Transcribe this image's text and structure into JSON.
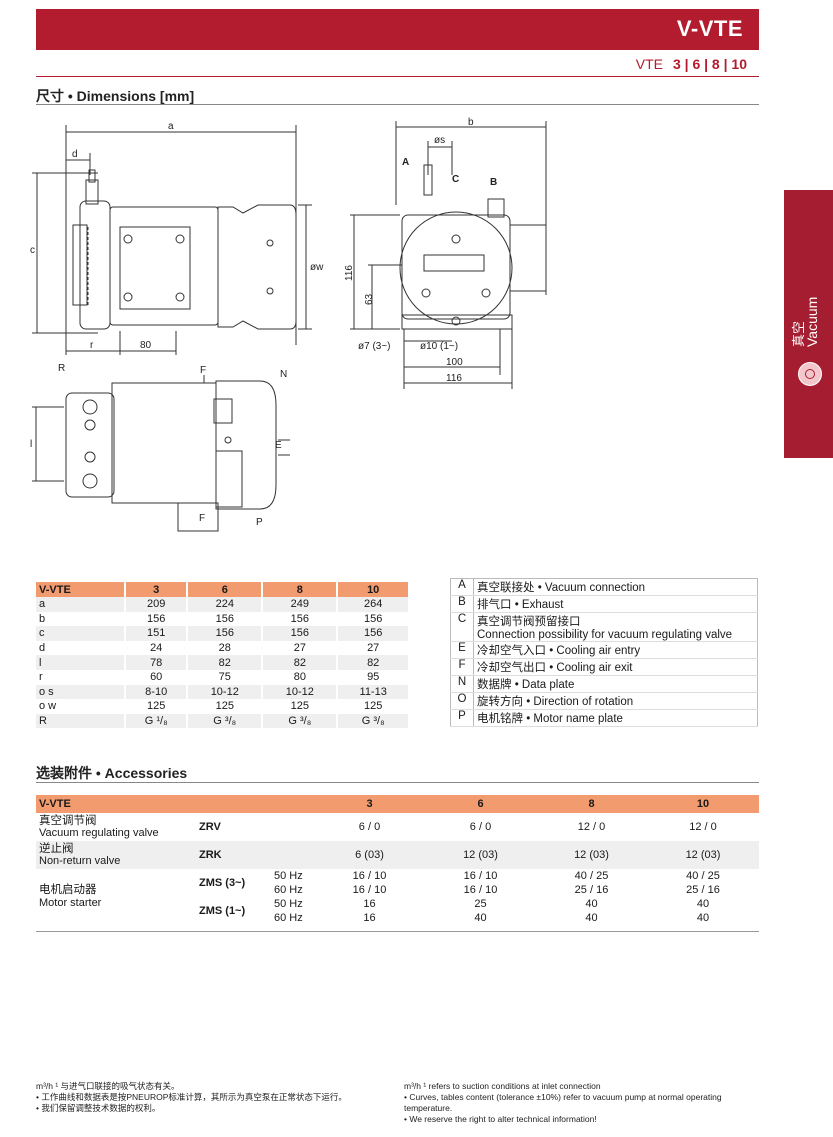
{
  "header": {
    "title": "V-VTE",
    "model_prefix": "VTE",
    "model_sizes": "3 | 6 | 8 | 10"
  },
  "side_tab": {
    "cn": "真空",
    "en": "Vacuum"
  },
  "dimensions": {
    "title": "尺寸 • Dimensions [mm]",
    "labels": {
      "a": "a",
      "b": "b",
      "c": "c",
      "d": "d",
      "r": "r",
      "ow": "øw",
      "os": "øs",
      "A": "A",
      "B": "B",
      "C": "C",
      "E": "E",
      "F": "F",
      "N": "N",
      "P": "P",
      "R": "R",
      "l": "l",
      "v80": "80",
      "v116": "116",
      "v63": "63",
      "v7": "ø7 (3~)",
      "v10": "ø10 (1~)",
      "v100": "100",
      "v116b": "116"
    }
  },
  "dim_table": {
    "headers": [
      "V-VTE",
      "3",
      "6",
      "8",
      "10"
    ],
    "rows": [
      [
        "a",
        "209",
        "224",
        "249",
        "264"
      ],
      [
        "b",
        "156",
        "156",
        "156",
        "156"
      ],
      [
        "c",
        "151",
        "156",
        "156",
        "156"
      ],
      [
        "d",
        "24",
        "28",
        "27",
        "27"
      ],
      [
        "l",
        "78",
        "82",
        "82",
        "82"
      ],
      [
        "r",
        "60",
        "75",
        "80",
        "95"
      ],
      [
        "o s",
        "8-10",
        "10-12",
        "10-12",
        "11-13"
      ],
      [
        "o w",
        "125",
        "125",
        "125",
        "125"
      ],
      [
        "R",
        "G ¹/₈",
        "G ³/₈",
        "G ³/₈",
        "G ³/₈"
      ]
    ]
  },
  "legend": [
    {
      "k": "A",
      "v": "真空联接处 • Vacuum connection"
    },
    {
      "k": "B",
      "v": "排气口 • Exhaust"
    },
    {
      "k": "C",
      "v": "真空调节阀预留接口",
      "v2": "Connection possibility for vacuum regulating valve"
    },
    {
      "k": "E",
      "v": "冷却空气入口 • Cooling air entry"
    },
    {
      "k": "F",
      "v": "冷却空气出口 • Cooling air exit"
    },
    {
      "k": "N",
      "v": "数据牌 • Data plate"
    },
    {
      "k": "O",
      "v": "旋转方向 • Direction of rotation"
    },
    {
      "k": "P",
      "v": "电机铭牌 • Motor name plate"
    }
  ],
  "accessories": {
    "title": "选装附件 • Accessories",
    "headers": [
      "V-VTE",
      "3",
      "6",
      "8",
      "10"
    ],
    "vacuum_valve": {
      "cn": "真空调节阀",
      "en": "Vacuum regulating valve",
      "code": "ZRV",
      "vals": [
        "6 / 0",
        "6 / 0",
        "12 / 0",
        "12 / 0"
      ]
    },
    "non_return": {
      "cn": "逆止阀",
      "en": "Non-return valve",
      "code": "ZRK",
      "vals": [
        "6 (03)",
        "12 (03)",
        "12 (03)",
        "12 (03)"
      ]
    },
    "starter": {
      "cn": "电机启动器",
      "en": "Motor starter",
      "zms3": "ZMS (3~)",
      "zms1": "ZMS (1~)",
      "rows": [
        {
          "hz": "50 Hz",
          "vals": [
            "16 / 10",
            "16 / 10",
            "40 / 25",
            "40 / 25"
          ]
        },
        {
          "hz": "60 Hz",
          "vals": [
            "16 / 10",
            "16 / 10",
            "25 / 16",
            "25 / 16"
          ]
        },
        {
          "hz": "50 Hz",
          "vals": [
            "16",
            "25",
            "40",
            "40"
          ]
        },
        {
          "hz": "60 Hz",
          "vals": [
            "16",
            "40",
            "40",
            "40"
          ]
        }
      ]
    }
  },
  "footnotes": {
    "cn": [
      "m³/h ¹ 与进气口联接的吸气状态有关。",
      "• 工作曲线和数据表是按PNEUROP标准计算，其所示为真空泵在正常状态下运行。",
      "• 我们保留调整技术数据的权利。"
    ],
    "en": [
      "m³/h ¹ refers to suction conditions at inlet connection",
      "• Curves, tables content (tolerance ±10%) refer to vacuum pump at normal operating temperature.",
      "• We reserve the right to alter technical information!"
    ]
  }
}
